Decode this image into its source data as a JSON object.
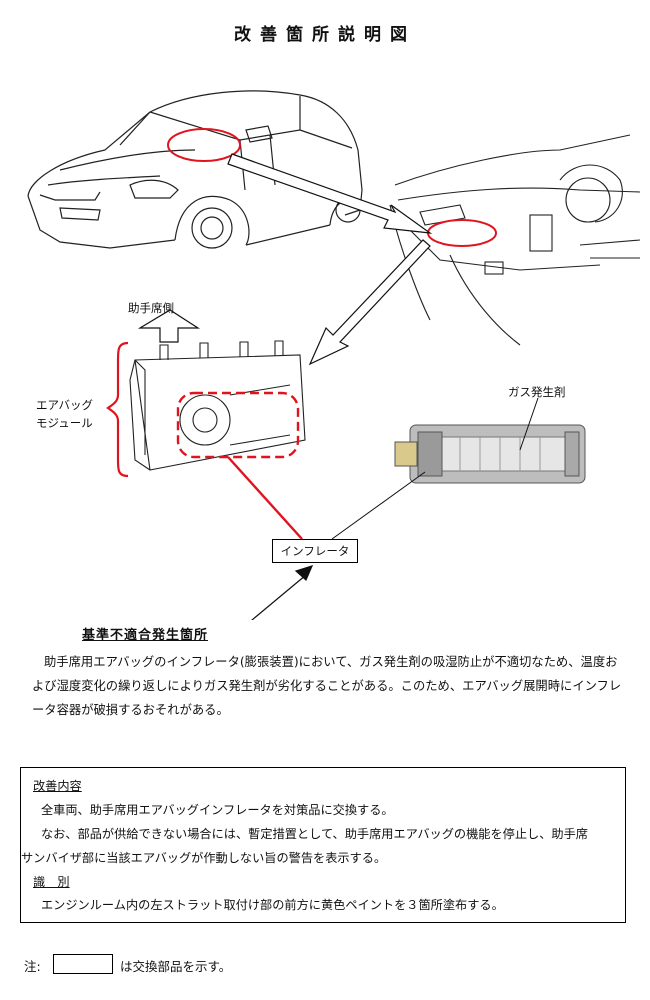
{
  "title": "改善箇所説明図",
  "labels": {
    "passenger_side": "助手席側",
    "airbag_module": "エアバッグ\nモジュール",
    "gas_generant": "ガス発生剤",
    "inflator_box": "インフレータ"
  },
  "defect": {
    "heading": "基準不適合発生箇所",
    "text": "助手席用エアバッグのインフレータ(膨張装置)において、ガス発生剤の吸湿防止が不適切なため、温度および湿度変化の繰り返しによりガス発生剤が劣化することがある。このため、エアバッグ展開時にインフレータ容器が破損するおそれがある。"
  },
  "improvement": {
    "heading": "改善内容",
    "line1": "全車両、助手席用エアバッグインフレータを対策品に交換する。",
    "line2": "なお、部品が供給できない場合には、暫定措置として、助手席用エアバッグの機能を停止し、助手席",
    "line3": "サンバイザ部に当該エアバッグが作動しない旨の警告を表示する。",
    "id_heading": "識　別",
    "line4": "エンジンルーム内の左ストラット取付け部の前方に黄色ペイントを３箇所塗布する。"
  },
  "note": {
    "prefix": "注:",
    "text": "は交換部品を示す。"
  },
  "colors": {
    "highlight": "#e0141e",
    "line": "#111111"
  }
}
